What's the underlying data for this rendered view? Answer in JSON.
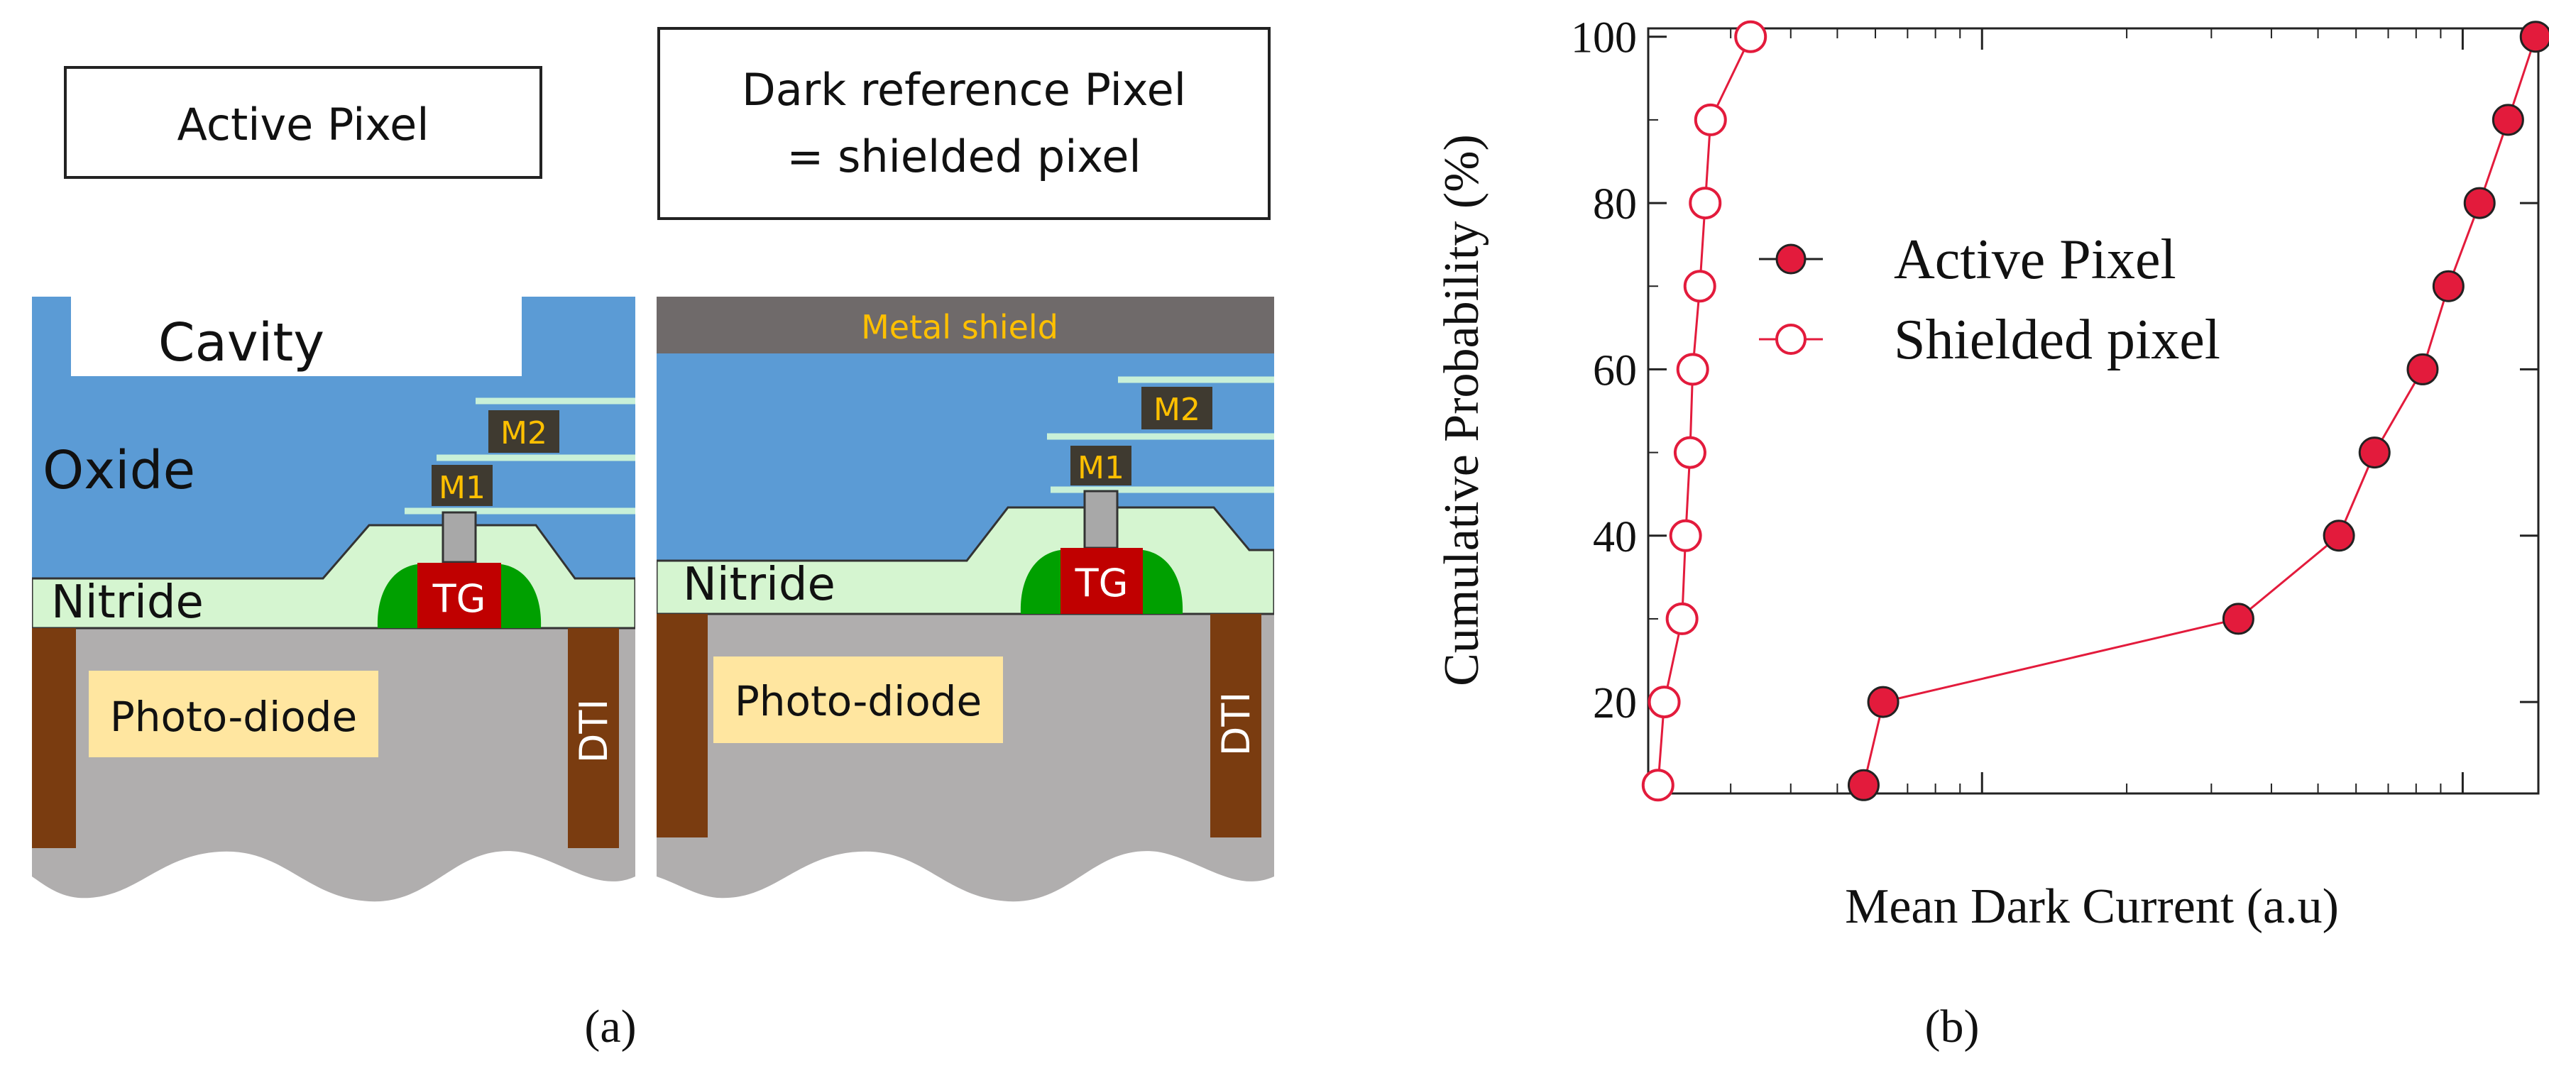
{
  "panel_a": {
    "label_active_pixel": "Active Pixel",
    "label_dark_ref_line1": "Dark reference Pixel",
    "label_dark_ref_line2": "= shielded pixel",
    "active": {
      "cavity": "Cavity",
      "oxide": "Oxide",
      "nitride": "Nitride",
      "m1": "M1",
      "m2": "M2",
      "tg": "TG",
      "photodiode": "Photo-diode",
      "dti": "DTI"
    },
    "shielded": {
      "metal_shield": "Metal shield",
      "nitride": "Nitride",
      "m1": "M1",
      "m2": "M2",
      "tg": "TG",
      "photodiode": "Photo-diode",
      "dti": "DTI"
    },
    "caption": "(a)"
  },
  "panel_b": {
    "caption": "(b)"
  },
  "colors": {
    "oxide": "#5b9bd5",
    "nitride": "#d5f5d0",
    "metal_line": "#c8f0d8",
    "tg": "#c00000",
    "spacer": "#00a000",
    "silicon": "#b0aeae",
    "dti": "#7a3c10",
    "photodiode_box": "#ffe6a0",
    "metal_shield": "#6f6a6a",
    "metal_label_bg": "#3f3a30",
    "metal_label_text": "#ffc000",
    "series": "#e31b3c"
  },
  "chart_data": {
    "type": "scatter",
    "xlabel": "Mean Dark Current (a.u)",
    "ylabel": "Cumulative Probability (%)",
    "xscale": "log",
    "xlim": [
      0,
      1
    ],
    "ylim": [
      9,
      101
    ],
    "yticks": [
      20,
      40,
      60,
      80,
      100
    ],
    "grid": false,
    "legend": "center",
    "series": [
      {
        "name": "Active Pixel",
        "marker": "filled-circle",
        "x": [
          0.242,
          0.264,
          0.663,
          0.776,
          0.816,
          0.87,
          0.899,
          0.934,
          0.966,
          0.997
        ],
        "y": [
          10,
          20,
          30,
          40,
          50,
          60,
          70,
          80,
          90,
          100
        ]
      },
      {
        "name": "Shielded pixel",
        "marker": "open-circle",
        "x": [
          0.011,
          0.018,
          0.038,
          0.042,
          0.047,
          0.05,
          0.058,
          0.064,
          0.07,
          0.115
        ],
        "y": [
          10,
          20,
          30,
          40,
          50,
          60,
          70,
          80,
          90,
          100
        ]
      }
    ]
  }
}
